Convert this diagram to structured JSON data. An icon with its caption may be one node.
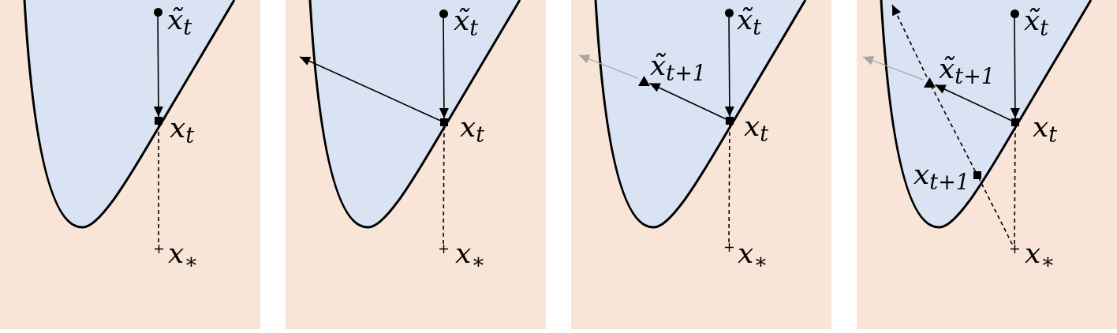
{
  "diagram": {
    "nodes": [
      {
        "text": [],
        "shape": "box"
      },
      {
        "text": [],
        "shape": "circle",
        "in": 0,
        "beside": [
          "x̃$_{t}$"
        ]
      },
      {
        "text": [],
        "shape": "square",
        "in": 0,
        "beside": [
          "x$_{t}$"
        ]
      },
      {
        "text": [],
        "shape": "plus",
        "in": 0,
        "beside": [
          "x$_{∗}$"
        ]
      },
      {
        "text": [],
        "shape": "box"
      },
      {
        "text": [],
        "shape": "circle",
        "in": 4,
        "beside": [
          "x̃$_{t}$"
        ]
      },
      {
        "text": [],
        "shape": "square",
        "in": 4,
        "beside": [
          "x$_{t}$"
        ]
      },
      {
        "text": [],
        "shape": "plus",
        "in": 4,
        "beside": [
          "x$_{∗}$"
        ]
      },
      {
        "text": [],
        "shape": "box"
      },
      {
        "text": [],
        "shape": "circle",
        "in": 8,
        "beside": [
          "x̃$_{t}$"
        ]
      },
      {
        "text": [],
        "shape": "triangle",
        "in": 8,
        "beside": [
          "x̃$_{t+1}$"
        ]
      },
      {
        "text": [],
        "shape": "square",
        "in": 8,
        "beside": [
          "x$_{t}$"
        ]
      },
      {
        "text": [],
        "shape": "plus",
        "in": 8,
        "beside": [
          "x$_{∗}$"
        ]
      },
      {
        "text": [],
        "shape": "box"
      },
      {
        "text": [],
        "shape": "circle",
        "in": 13,
        "beside": [
          "x̃$_{t}$"
        ]
      },
      {
        "text": [],
        "shape": "triangle",
        "in": 13,
        "beside": [
          "x̃$_{t+1}$"
        ]
      },
      {
        "text": [],
        "shape": "square",
        "in": 13,
        "beside": [
          "x$_{t}$"
        ]
      },
      {
        "text": [],
        "shape": "square",
        "in": 13,
        "beside": [
          "x$_{t+1}$"
        ]
      },
      {
        "text": [],
        "shape": "plus",
        "in": 13,
        "beside": [
          "x$_{∗}$"
        ]
      }
    ],
    "edges": [
      {
        "from": 1,
        "to": 2,
        "arrow": "to"
      },
      {
        "from": 2,
        "to": 3,
        "arrow": "none",
        "style": "dashed"
      },
      {
        "from": 5,
        "to": 6,
        "arrow": "to"
      },
      {
        "from": 6,
        "to": null,
        "arrow": "to"
      },
      {
        "from": 6,
        "to": 7,
        "arrow": "none",
        "style": "dashed"
      },
      {
        "from": 9,
        "to": 11,
        "arrow": "to"
      },
      {
        "from": 11,
        "to": 10,
        "arrow": "to"
      },
      {
        "from": 10,
        "to": null,
        "arrow": "to",
        "color": "#a6a6a6"
      },
      {
        "from": 11,
        "to": 12,
        "arrow": "none",
        "style": "dashed"
      },
      {
        "from": 14,
        "to": 16,
        "arrow": "to"
      },
      {
        "from": 16,
        "to": 15,
        "arrow": "to"
      },
      {
        "from": 15,
        "to": null,
        "arrow": "to",
        "color": "#a6a6a6"
      },
      {
        "from": 16,
        "to": 18,
        "arrow": "none",
        "style": "dashed"
      },
      {
        "from": 18,
        "to": 17,
        "arrow": "none",
        "style": "dashed"
      },
      {
        "from": 17,
        "to": 15,
        "arrow": "none",
        "style": "dashed"
      },
      {
        "from": 15,
        "to": null,
        "arrow": "to",
        "style": "dashed"
      }
    ]
  }
}
